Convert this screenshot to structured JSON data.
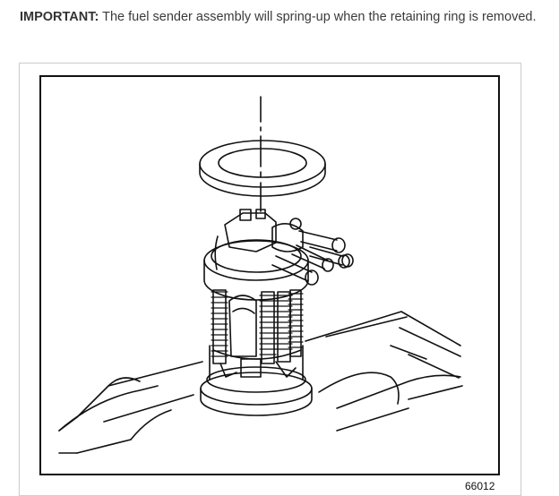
{
  "note": {
    "label": "IMPORTANT:",
    "text": " The fuel sender assembly will spring-up when the retaining ring is removed."
  },
  "figure": {
    "number": "66012",
    "subject_icon": "fuel-sender-assembly-illustration"
  }
}
